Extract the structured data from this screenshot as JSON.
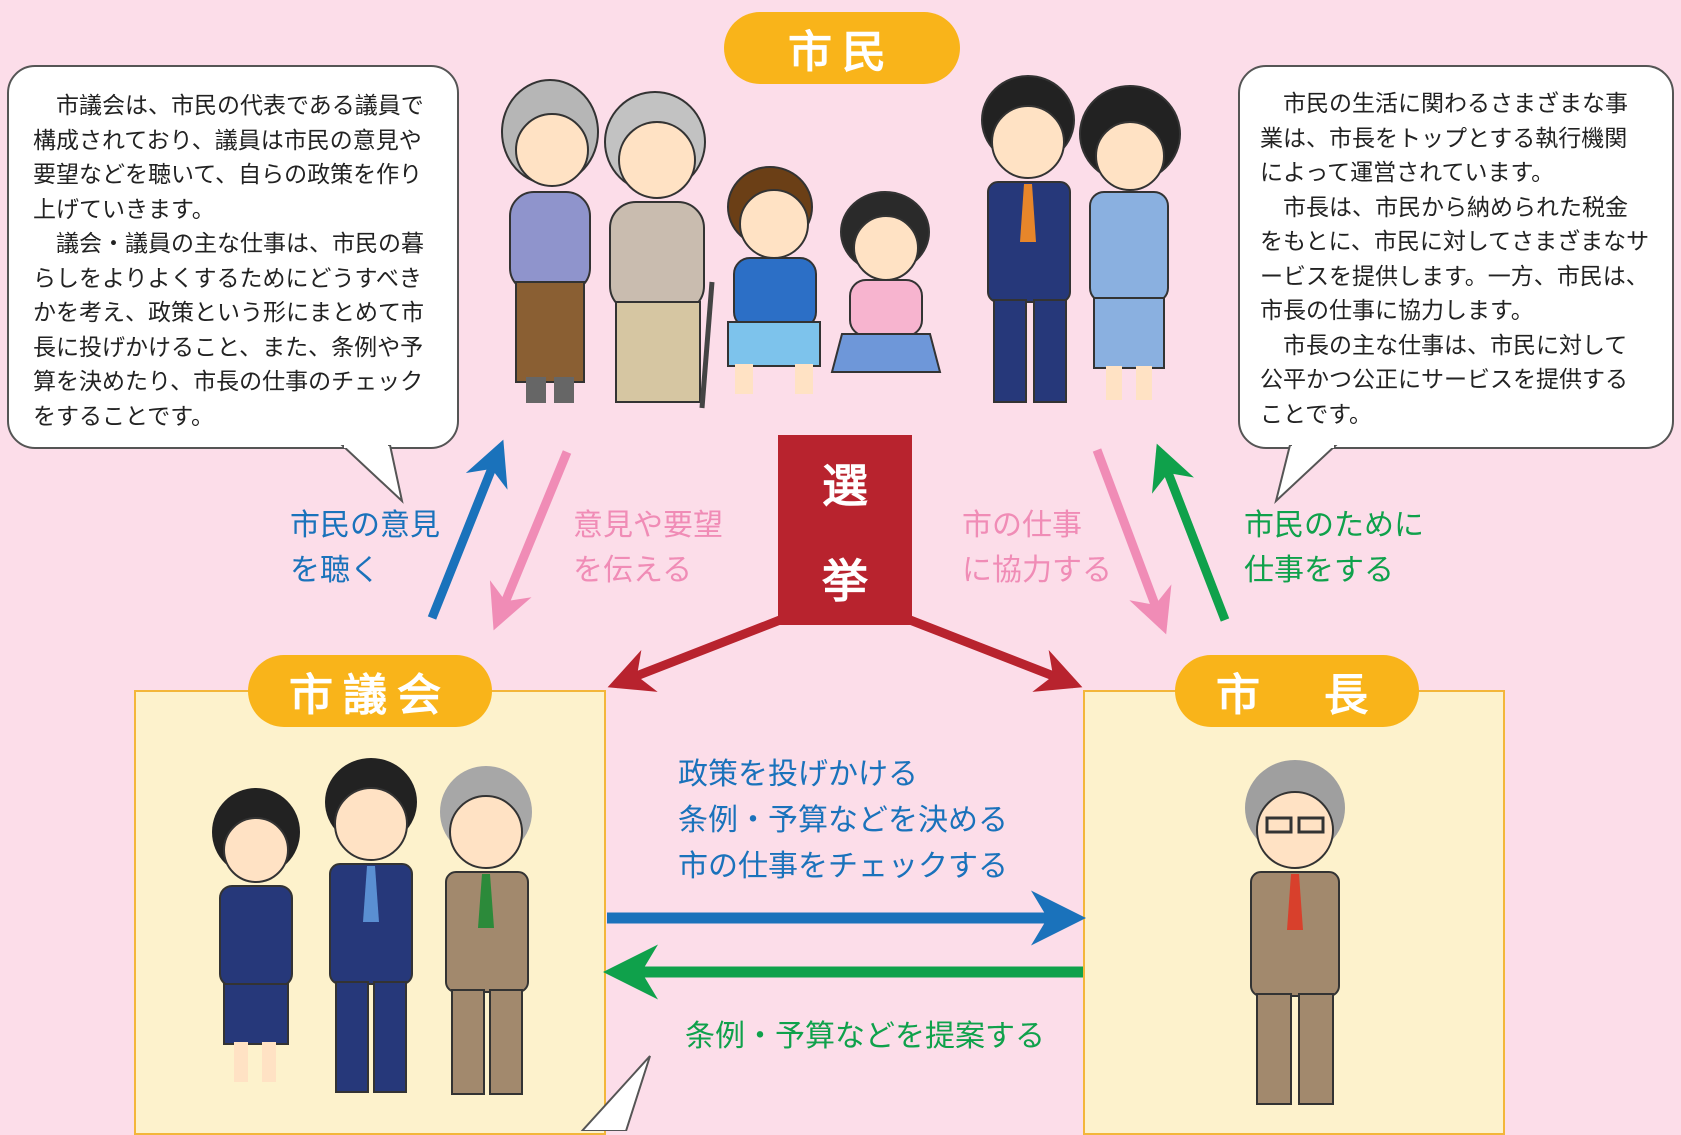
{
  "citizens": {
    "title": "市民"
  },
  "council": {
    "title": "市議会"
  },
  "mayor": {
    "title": "市　長"
  },
  "election": {
    "char1": "選",
    "char2": "挙"
  },
  "bubble_left": {
    "paragraphs": [
      "市議会は、市民の代表である議員で構成されており、議員は市民の意見や要望などを聴いて、自らの政策を作り上げていきます。",
      "議会・議員の主な仕事は、市民の暮らしをよりよくするためにどうすべきかを考え、政策という形にまとめて市長に投げかけること、また、条例や予算を決めたり、市長の仕事のチェックをすることです。"
    ]
  },
  "bubble_right": {
    "paragraphs": [
      "市民の生活に関わるさまざまな事業は、市長をトップとする執行機関によって運営されています。",
      "市長は、市民から納められた税金をもとに、市民に対してさまざまなサービスを提供します。一方、市民は、市長の仕事に協力します。",
      "市長の主な仕事は、市民に対して公平かつ公正にサービスを提供することです。"
    ]
  },
  "arrows": {
    "listen": [
      "市民の意見",
      "を聴く"
    ],
    "convey": [
      "意見や要望",
      "を伝える"
    ],
    "cooperate": [
      "市の仕事",
      "に協力する"
    ],
    "work_for": [
      "市民のために",
      "仕事をする"
    ],
    "council_to_mayor": [
      "政策を投げかける",
      "条例・予算などを決める",
      "市の仕事をチェックする"
    ],
    "mayor_to_council": "条例・予算などを提案する"
  },
  "colors": {
    "background": "#fcdde9",
    "pill": "#f9b41a",
    "election": "#b8232e",
    "blue": "#1a72bb",
    "pink": "#f08cb6",
    "green": "#0fa14b",
    "box_fill": "#fdf2cc",
    "box_border": "#f3b63a"
  }
}
